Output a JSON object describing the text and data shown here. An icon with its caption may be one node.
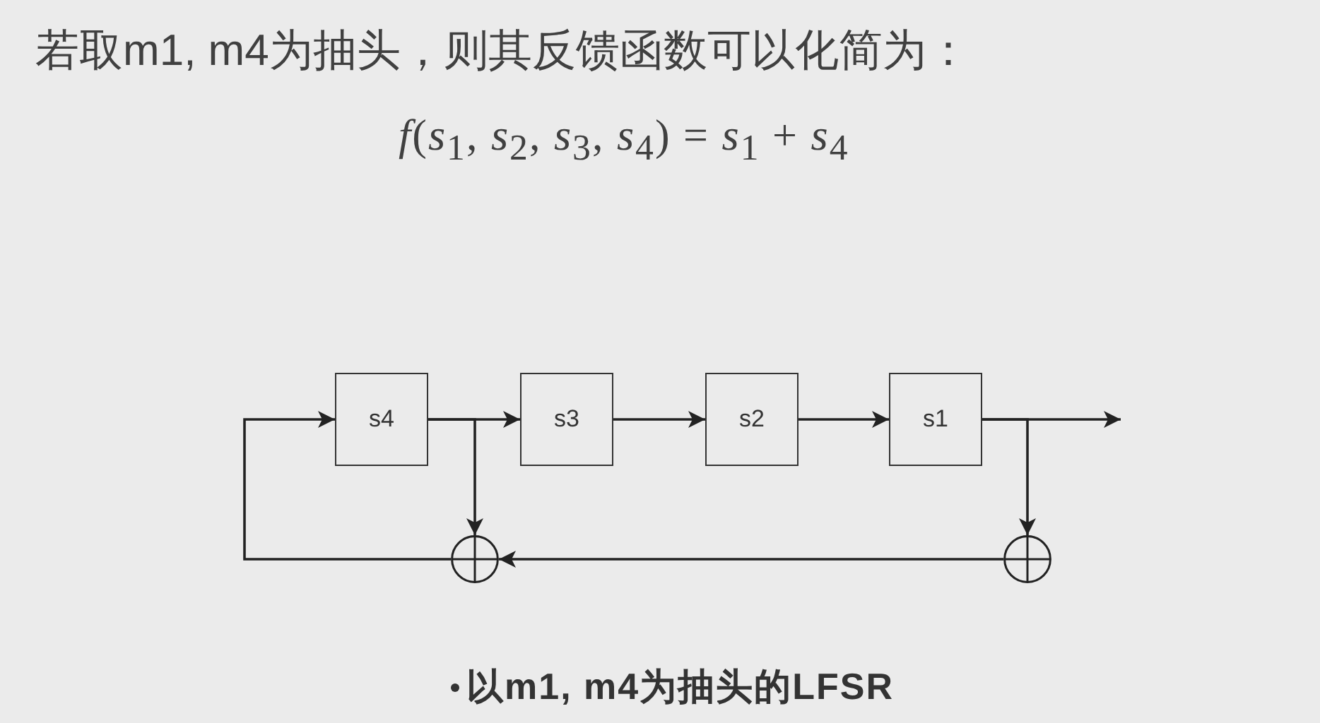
{
  "diagram": {
    "title": "若取m1, m4为抽头，则其反馈函数可以化简为：",
    "nodes": [
      {
        "text": [
          "s4"
        ]
      },
      {
        "text": [
          "s3"
        ]
      },
      {
        "text": [
          "s2"
        ]
      },
      {
        "text": [
          "s1"
        ]
      },
      {
        "text": [],
        "shape": "circle"
      },
      {
        "text": [],
        "shape": "circle"
      }
    ],
    "edges": [
      {
        "from": 0,
        "to": 1,
        "arrow": "to"
      },
      {
        "from": 0,
        "to": 4,
        "arrow": "to"
      },
      {
        "from": 1,
        "to": 2,
        "arrow": "to"
      },
      {
        "from": 2,
        "to": 3,
        "arrow": "to"
      },
      {
        "from": 3,
        "to": null,
        "arrow": "to"
      },
      {
        "from": 3,
        "to": 5,
        "arrow": "to"
      },
      {
        "from": 5,
        "to": 4,
        "arrow": "to"
      },
      {
        "from": 4,
        "to": 0,
        "arrow": "to"
      }
    ],
    "labels": [
      "*f*(*s*$_{1}$, *s*$_{2}$, *s*$_{3}$, *s*$_{4}$) = *s*$_{1}$ + *s*$_{4}$"
    ],
    "caption": "以m1, m4为抽头的LFSR"
  }
}
